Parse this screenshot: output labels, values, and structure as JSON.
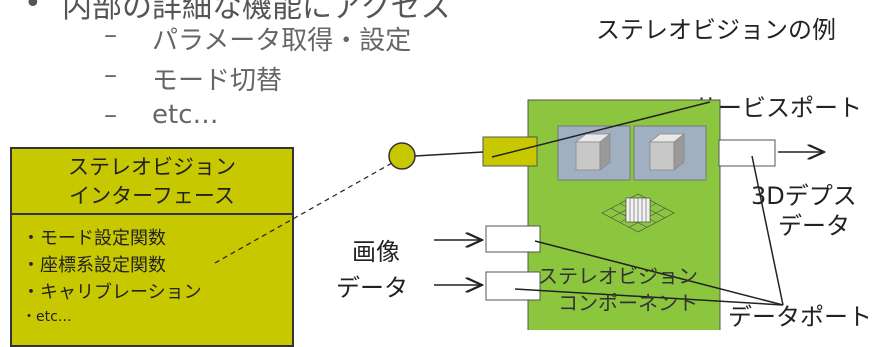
{
  "bullet": {
    "line1": "内部の詳細な機能にアクセス",
    "sub": [
      "パラメータ取得・設定",
      "モード切替",
      "etc…"
    ]
  },
  "interface_box": {
    "title_line1": "ステレオビジョン",
    "title_line2": "インターフェース",
    "items": [
      "・モード設定関数",
      "・座標系設定関数",
      "・キャリブレーション",
      "・etc…"
    ]
  },
  "labels": {
    "example_title": "ステレオビジョンの例",
    "service_port": "サービスポート",
    "depth_line1": "3Dデプス",
    "depth_line2": "データ",
    "image_line1": "画像",
    "image_line2": "データ",
    "component_line1": "ステレオビジョン",
    "component_line2": "コンポーネント",
    "data_port": "データポート"
  },
  "colors": {
    "component_green": "#8cc63f",
    "port_olive": "#c8c800",
    "camera_panel": "#a0b0c0"
  }
}
